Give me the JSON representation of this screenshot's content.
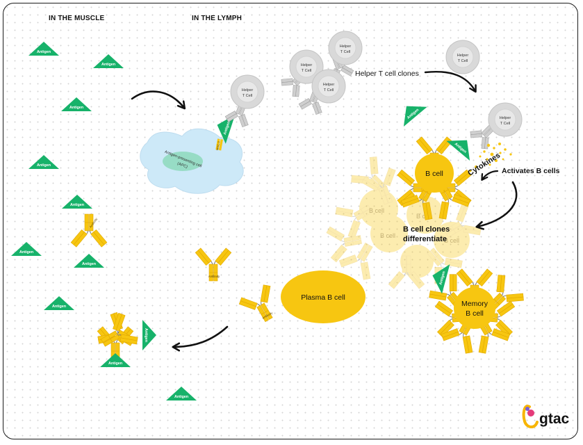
{
  "headers": {
    "muscle": "IN THE MUSCLE",
    "lymph": "IN THE LYMPH"
  },
  "labels": {
    "antigen": "Antigen",
    "helper_t_cell_line1": "Helper",
    "helper_t_cell_line2": "T Cell",
    "apc_line1": "Antigen-presenting cell",
    "apc_line2": "(APC)",
    "mhc": "MHC II",
    "helper_t_cell_clones": "Helper T cell clones",
    "cytokines": "Cytokines",
    "activates_b_cells": "Activates B cells",
    "b_cell": "B cell",
    "b_cell_clones_line1": "B cell clones",
    "b_cell_clones_line2": "differentiate",
    "plasma_b_cell": "Plasma B cell",
    "memory_line1": "Memory",
    "memory_line2": "B cell",
    "antibody": "Antibody"
  },
  "logo": {
    "text": "gtac"
  },
  "colors": {
    "antigen_green": "#17b26a",
    "b_cell_yellow": "#f7c611",
    "t_cell_gray": "#d9d9d9",
    "apc_blue": "#cde9f8",
    "apc_nucleus": "#8ad8b8"
  }
}
